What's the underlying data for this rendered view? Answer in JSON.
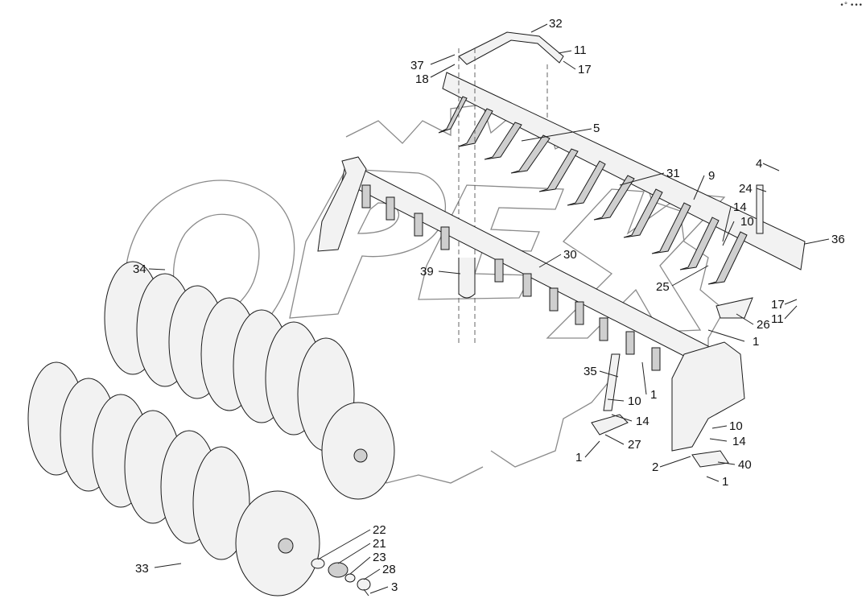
{
  "corner_mark": "•° •••",
  "watermark_text": "OPEX",
  "callouts": [
    {
      "id": "c32",
      "text": "32"
    },
    {
      "id": "c37",
      "text": "37"
    },
    {
      "id": "c18",
      "text": "18"
    },
    {
      "id": "c11a",
      "text": "11"
    },
    {
      "id": "c17a",
      "text": "17"
    },
    {
      "id": "c5",
      "text": "5"
    },
    {
      "id": "c31",
      "text": "31"
    },
    {
      "id": "c9",
      "text": "9"
    },
    {
      "id": "c4",
      "text": "4"
    },
    {
      "id": "c24",
      "text": "24"
    },
    {
      "id": "c14a",
      "text": "14"
    },
    {
      "id": "c10a",
      "text": "10"
    },
    {
      "id": "c36",
      "text": "36"
    },
    {
      "id": "c30",
      "text": "30"
    },
    {
      "id": "c39",
      "text": "39"
    },
    {
      "id": "c25",
      "text": "25"
    },
    {
      "id": "c17b",
      "text": "17"
    },
    {
      "id": "c11b",
      "text": "11"
    },
    {
      "id": "c26",
      "text": "26"
    },
    {
      "id": "c1a",
      "text": "1"
    },
    {
      "id": "c34",
      "text": "34"
    },
    {
      "id": "c35",
      "text": "35"
    },
    {
      "id": "c1b",
      "text": "1"
    },
    {
      "id": "c10b",
      "text": "10"
    },
    {
      "id": "c14b",
      "text": "14"
    },
    {
      "id": "c27",
      "text": "27"
    },
    {
      "id": "c1c",
      "text": "1"
    },
    {
      "id": "c10c",
      "text": "10"
    },
    {
      "id": "c14c",
      "text": "14"
    },
    {
      "id": "c2",
      "text": "2"
    },
    {
      "id": "c40",
      "text": "40"
    },
    {
      "id": "c1d",
      "text": "1"
    },
    {
      "id": "c22",
      "text": "22"
    },
    {
      "id": "c21",
      "text": "21"
    },
    {
      "id": "c23",
      "text": "23"
    },
    {
      "id": "c28",
      "text": "28"
    },
    {
      "id": "c3",
      "text": "3"
    },
    {
      "id": "c33",
      "text": "33"
    }
  ]
}
